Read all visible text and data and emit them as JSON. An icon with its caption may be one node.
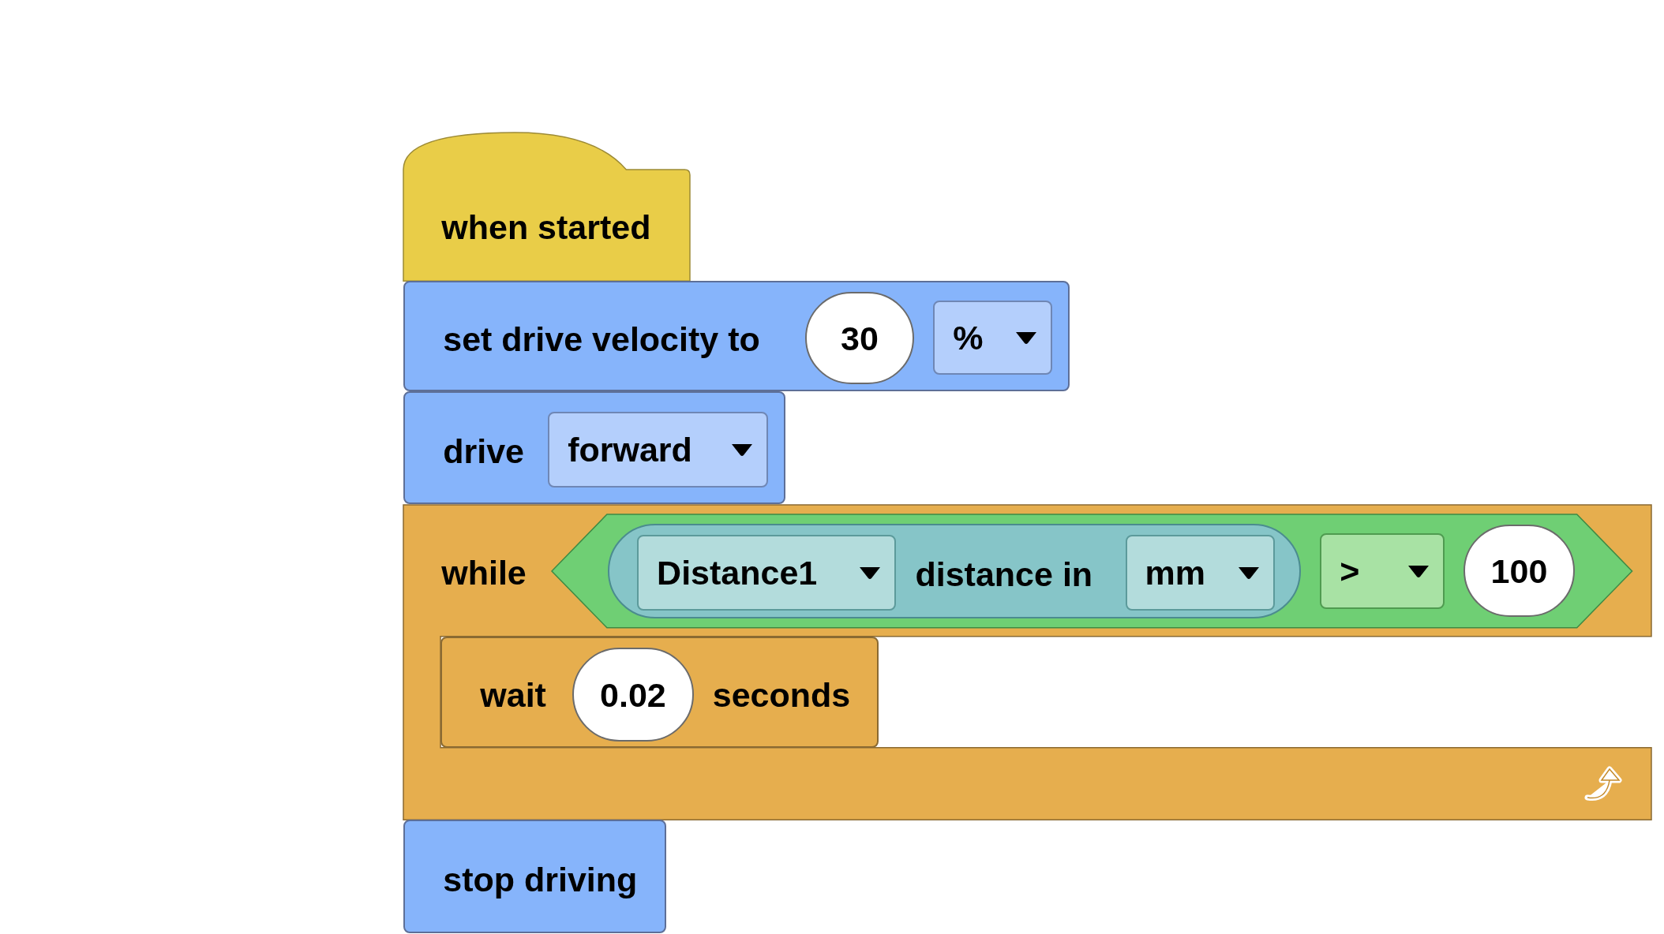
{
  "diagram": {
    "nodes": [
      {
        "text": [
          "when started"
        ]
      },
      {
        "text": [
          "set drive velocity to"
        ]
      },
      {
        "text": [
          "30"
        ],
        "in": 1
      },
      {
        "text": [
          "%"
        ],
        "in": 1
      },
      {
        "text": [
          "drive"
        ]
      },
      {
        "text": [
          "forward"
        ],
        "in": 4
      },
      {
        "text": [
          "while"
        ]
      },
      {
        "text": [],
        "shape": "hexagon",
        "in": 6
      },
      {
        "text": [
          "distance in"
        ],
        "in": 7
      },
      {
        "text": [
          "Distance1"
        ],
        "in": 8
      },
      {
        "text": [
          "mm"
        ],
        "in": 8
      },
      {
        "text": [
          ">"
        ],
        "in": 7
      },
      {
        "text": [
          "100"
        ],
        "in": 7
      },
      {
        "text": [
          "wait",
          "seconds"
        ],
        "in": 6
      },
      {
        "text": [
          "0.02"
        ],
        "in": 13
      },
      {
        "text": [
          "stop driving"
        ]
      }
    ]
  }
}
